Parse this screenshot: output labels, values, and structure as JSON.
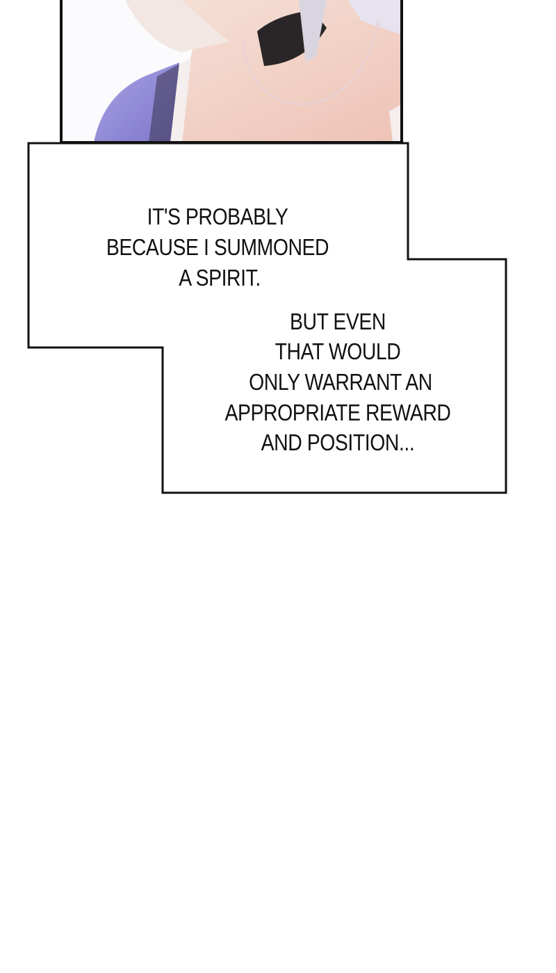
{
  "speech": {
    "bubble1": [
      "IT'S PROBABLY",
      "BECAUSE I SUMMONED",
      "A SPIRIT."
    ],
    "bubble2": [
      "BUT EVEN",
      "THAT WOULD",
      "ONLY WARRANT AN",
      "APPROPRIATE REWARD",
      "AND POSITION..."
    ]
  },
  "colors": {
    "skin": "#f3d6cc",
    "dress": "#8f88d6",
    "hair": "#f4f2f6",
    "border": "#111111"
  }
}
